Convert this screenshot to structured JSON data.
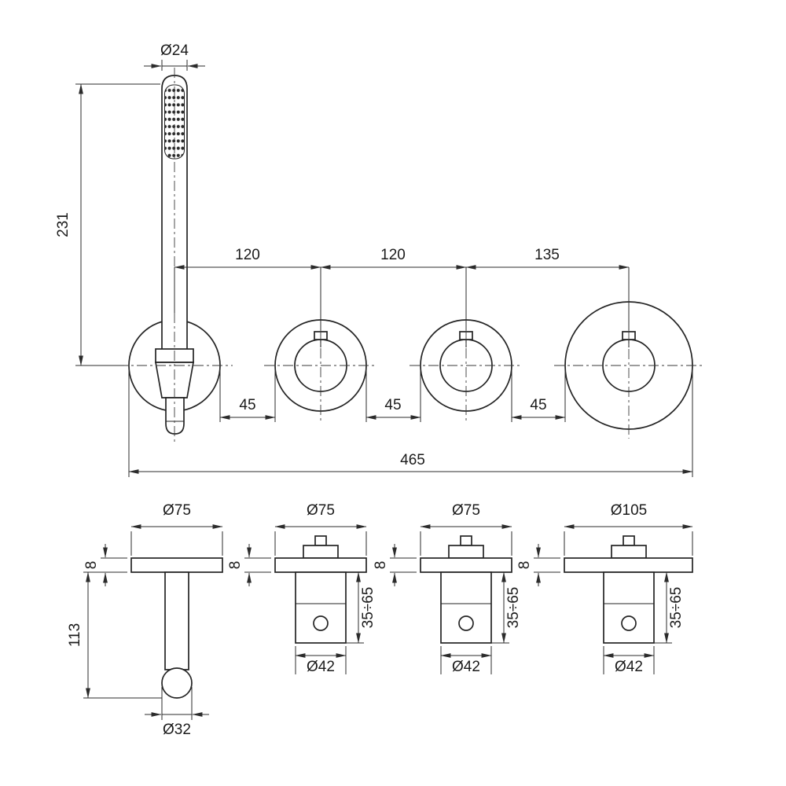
{
  "page": {
    "background": "#ffffff",
    "line_color": "#242424",
    "description": "Technical dimension drawing of a concealed shower mixer set: hand shower on holder plus three valve trims"
  },
  "front_view": {
    "handshower": {
      "diameter": "Ø24",
      "height": "231"
    },
    "spacings": {
      "s1": "120",
      "s2": "120",
      "s3": "135"
    },
    "gaps": {
      "g1": "45",
      "g2": "45",
      "g3": "45"
    },
    "total_width": "465"
  },
  "detail_views": {
    "holder": {
      "plate_diameter": "Ø75",
      "plate_thickness": "8",
      "drop_length": "113",
      "outlet_diameter": "Ø32"
    },
    "valve_a": {
      "plate_diameter": "Ø75",
      "plate_thickness": "8",
      "depth_range": "35÷65",
      "handle_diameter": "Ø42"
    },
    "valve_b": {
      "plate_diameter": "Ø75",
      "plate_thickness": "8",
      "depth_range": "35÷65",
      "handle_diameter": "Ø42"
    },
    "valve_c": {
      "plate_diameter": "Ø105",
      "plate_thickness": "8",
      "depth_range": "35÷65",
      "handle_diameter": "Ø42"
    }
  }
}
